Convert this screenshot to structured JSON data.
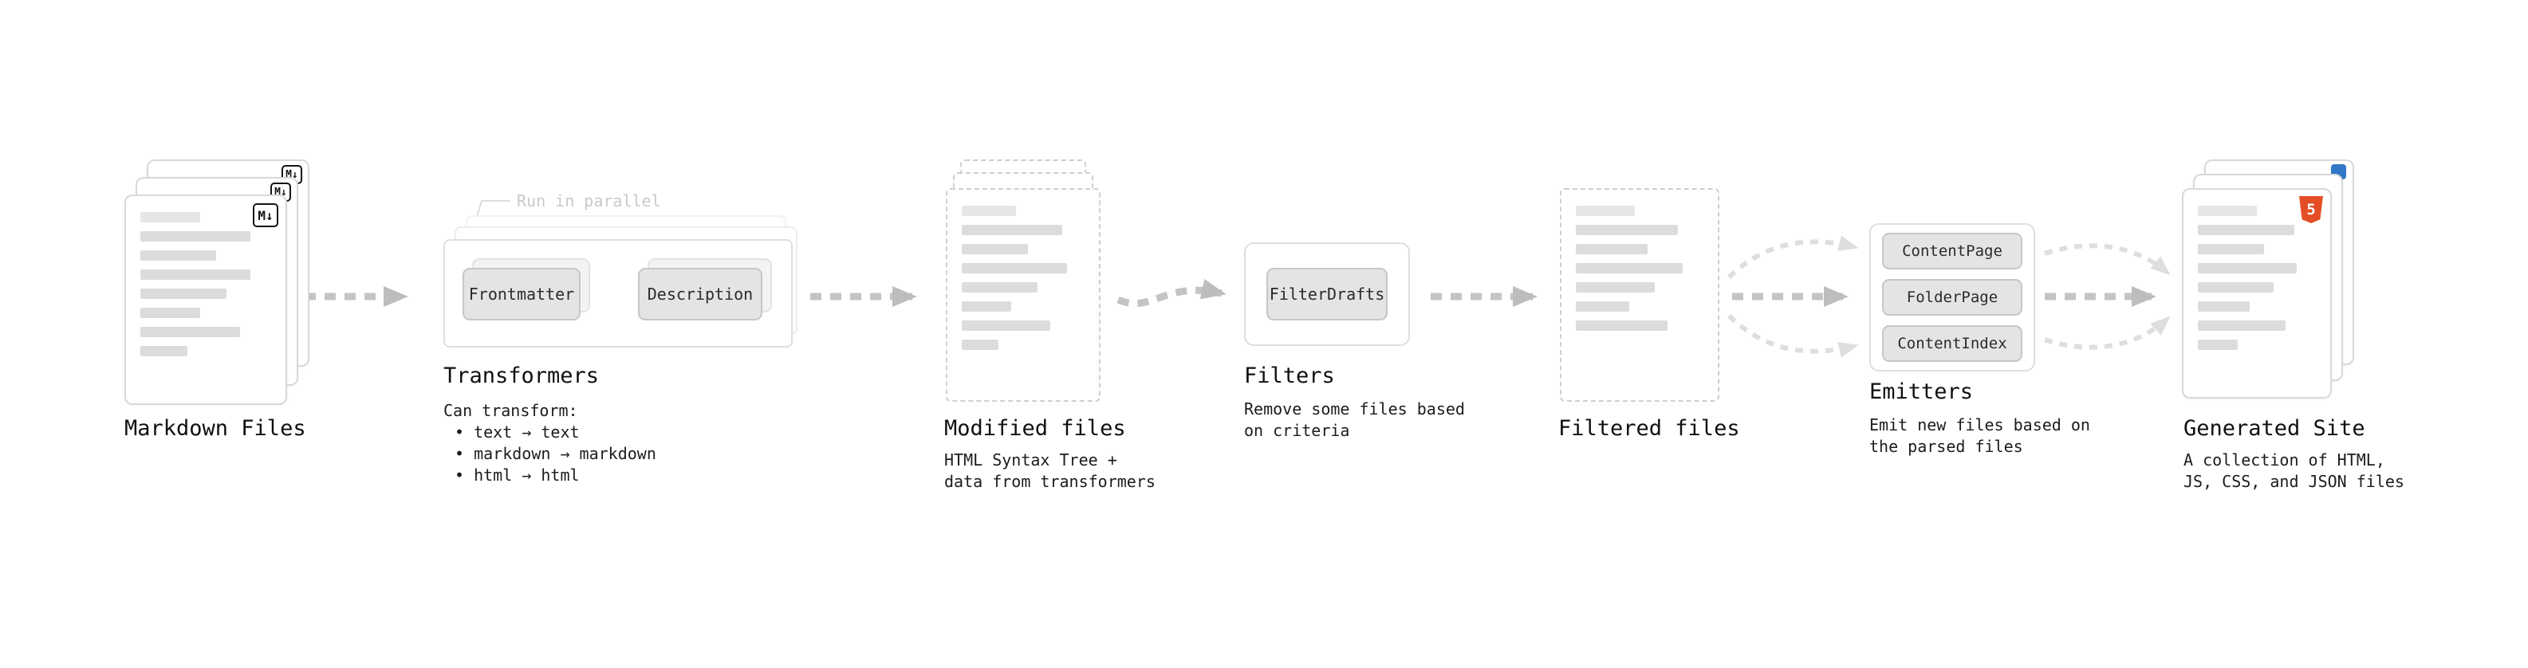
{
  "pipeline": {
    "markdown_files": {
      "label": "Markdown Files",
      "badge": "M↓"
    },
    "transformers": {
      "label": "Transformers",
      "annotation": "Run in parallel",
      "nodes": [
        "Frontmatter",
        "Description"
      ],
      "caption_title": "Can transform:",
      "bullets": [
        "• text → text",
        "• markdown → markdown",
        "• html → html"
      ]
    },
    "modified_files": {
      "label": "Modified files",
      "caption": "HTML Syntax Tree +\ndata from transformers"
    },
    "filters": {
      "label": "Filters",
      "nodes": [
        "FilterDrafts"
      ],
      "caption": "Remove some files based\non criteria"
    },
    "filtered_files": {
      "label": "Filtered files"
    },
    "emitters": {
      "label": "Emitters",
      "nodes": [
        "ContentPage",
        "FolderPage",
        "ContentIndex"
      ],
      "caption": "Emit new files based on\nthe parsed files"
    },
    "generated_site": {
      "label": "Generated Site",
      "badge": "5",
      "caption": "A collection of HTML,\nJS, CSS, and JSON files"
    }
  },
  "colors": {
    "arrow_main": "#c4c4c4",
    "arrow_light": "#dedede",
    "card_border": "#d9d9d9",
    "dashed_border": "#cfcfcf",
    "node_bg": "#e4e4e4",
    "node_border": "#c6c6c6",
    "bar": "#dcdcdc",
    "annotation_text": "#c9c9c9",
    "html5_orange": "#e44d26",
    "badge_blue": "#3178c6",
    "label_text": "#101010"
  }
}
